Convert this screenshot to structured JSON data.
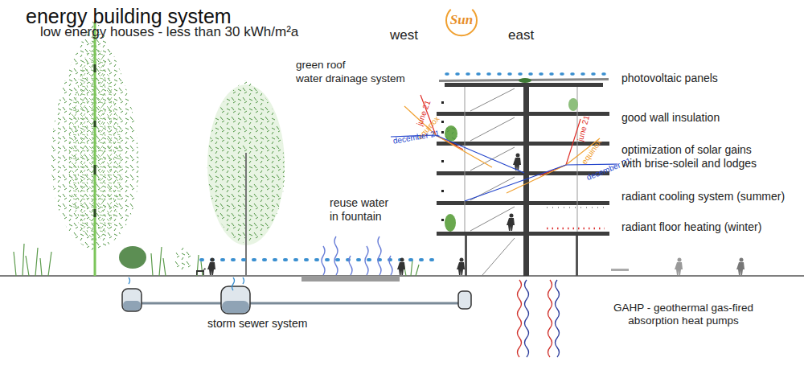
{
  "diagram": {
    "title": "energy building system",
    "nodes": [
      {
        "text": [
          "Sun"
        ]
      }
    ],
    "labels": [
      "low energy houses - less than 30 kWh/m²a",
      "west",
      "east",
      "green roof",
      "water drainage system",
      "photovoltaic panels",
      "good wall insulation",
      "june 21",
      "equinox",
      "december 21",
      "june 21",
      "equinox",
      "december 21",
      "optimization of solar gains with brise-soleil and lodges",
      "radiant cooling system (summer)",
      "radiant floor heating (winter)",
      "reuse water in fountain",
      "storm sewer system",
      "GAHP - geothermal gas-fired absorption heat pumps"
    ]
  }
}
